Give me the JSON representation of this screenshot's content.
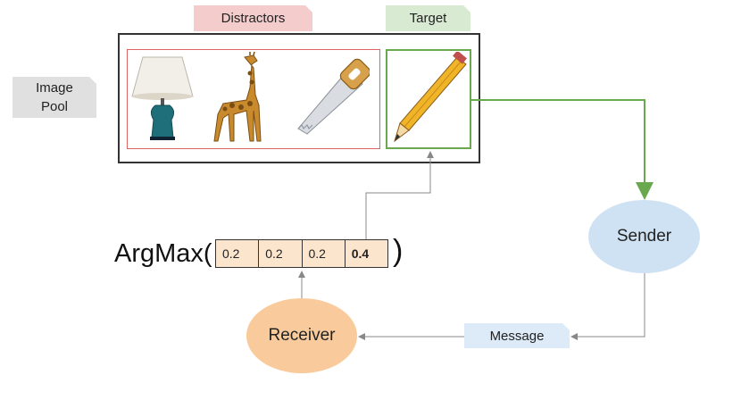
{
  "labels": {
    "distractors": "Distractors",
    "target": "Target",
    "image_pool_line1": "Image",
    "image_pool_line2": "Pool",
    "argmax": "ArgMax(",
    "close_paren": ")",
    "sender": "Sender",
    "receiver": "Receiver",
    "message": "Message"
  },
  "probabilities": [
    "0.2",
    "0.2",
    "0.2",
    "0.4"
  ],
  "images": {
    "distractors": [
      "lamp-icon",
      "giraffe-icon",
      "saw-icon"
    ],
    "target": "pencil-icon"
  },
  "colors": {
    "distractor_border": "#e06666",
    "target_border": "#6aa84f",
    "sender_fill": "#cfe2f3",
    "receiver_fill": "#f9cb9c",
    "prob_fill": "#fce5cd"
  }
}
